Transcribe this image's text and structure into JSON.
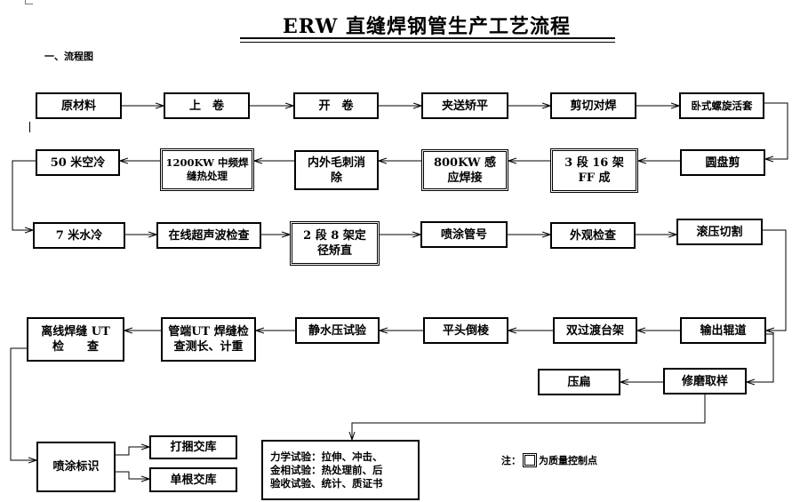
{
  "title": "ERW 直缝焊钢管生产工艺流程",
  "section_heading": "一、流程图",
  "steps": {
    "raw_material": "原材料",
    "uncoiling": "上　卷",
    "uncoil_open": "开　卷",
    "pinch_level": "夹送矫平",
    "shear_weld": "剪切对焊",
    "spiral_looper": "卧式螺旋活套",
    "disc_shear": "圆盘剪",
    "forming": "3 段 16 架\nFF 成",
    "induction_weld": "800KW 感\n应焊接",
    "deburr": "内外毛刺消\n除",
    "mf_heat_treat": "1200KW 中频焊\n缝热处理",
    "air_cool": "50 米空冷",
    "water_cool": "7 米水冷",
    "online_ut": "在线超声波检查",
    "sizing": "2 段 8 架定\n径矫直",
    "paint_no": "喷涂管号",
    "visual_check": "外观检查",
    "roll_cut": "滚压切割",
    "output_roller": "输出辊道",
    "double_transfer": "双过渡台架",
    "face_bevel": "平头倒棱",
    "hydro_test": "静水压试验",
    "end_ut": "管端UT 焊缝检\n查测长、计重",
    "offline_ut": "离线焊缝 UT\n检　　查",
    "grind_sample": "修磨取样",
    "flatten": "压扁",
    "paint_mark": "喷涂标识",
    "bundle_store": "打捆交库",
    "single_store": "单根交库",
    "lab_tests": "力学试验：拉伸、冲击、\n金相试验：热处理前、后\n验收试验、统计、质证书"
  },
  "control_point_steps": [
    "mf_heat_treat",
    "induction_weld",
    "forming",
    "sizing"
  ],
  "note": {
    "prefix": "注：",
    "suffix": "为质量控制点"
  },
  "colors": {
    "line": "#000000",
    "background": "#ffffff"
  }
}
